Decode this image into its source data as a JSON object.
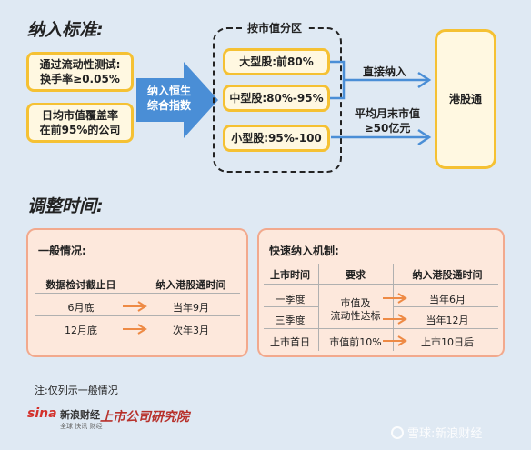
{
  "criteria": {
    "title": "纳入标准:",
    "liquidity_line1": "通过流动性测试:",
    "liquidity_line2": "换手率≥0.05%",
    "coverage_line1": "日均市值覆盖率",
    "coverage_line2": "在前95%的公司",
    "index_line1": "纳入恒生",
    "index_line2": "综合指数",
    "partition_label": "按市值分区",
    "large_cap": "大型股:前80%",
    "mid_cap": "中型股:80%-95%",
    "small_cap": "小型股:95%-100",
    "direct_label": "直接纳入",
    "cond_line1": "平均月末市值",
    "cond_line2": "≥50亿元",
    "target": "港股通"
  },
  "adjust": {
    "title": "调整时间:",
    "general": {
      "title": "一般情况:",
      "headers": [
        "数据检讨截止日",
        "纳入港股通时间"
      ],
      "rows": [
        {
          "cutoff": "6月底",
          "inclusion": "当年9月"
        },
        {
          "cutoff": "12月底",
          "inclusion": "次年3月"
        }
      ]
    },
    "fast": {
      "title": "快速纳入机制:",
      "headers": [
        "上市时间",
        "要求",
        "纳入港股通时间"
      ],
      "rows": [
        {
          "listing": "一季度",
          "inclusion": "当年6月"
        },
        {
          "listing": "三季度",
          "inclusion": "当年12月"
        },
        {
          "listing": "上市首日",
          "requirement": "市值前10%",
          "inclusion": "上市10日后"
        }
      ],
      "merged_requirement_line1": "市值及",
      "merged_requirement_line2": "流动性达标"
    }
  },
  "note": "注:仅列示一般情况",
  "footer": {
    "sina_logo": "sina",
    "sina_name": "新浪财经",
    "sina_sub": "全球  快讯  财经",
    "institute": "上市公司研究院",
    "watermark": "雪球:新浪财经"
  },
  "colors": {
    "background": "#dfe9f3",
    "yellow_border": "#f5c133",
    "yellow_fill": "#fff8e1",
    "blue_arrow": "#4a8ed6",
    "panel_fill": "#fde8dc",
    "panel_border": "#f2a98d",
    "orange_arrow": "#ee8a45"
  }
}
